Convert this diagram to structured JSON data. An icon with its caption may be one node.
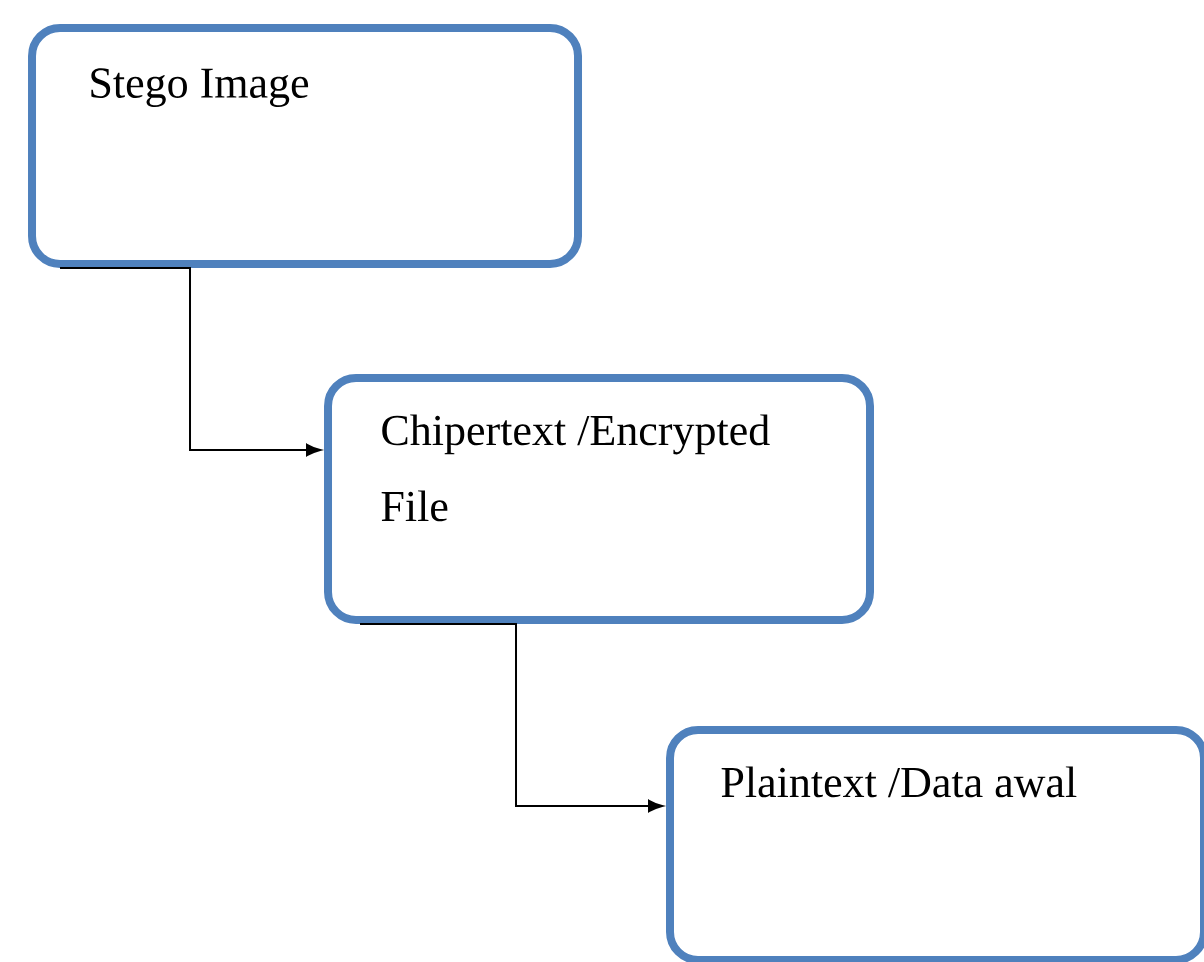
{
  "diagram": {
    "nodes": [
      {
        "text": [
          "Stego Image"
        ]
      },
      {
        "text": [
          "Chipertext /Encrypted File"
        ]
      },
      {
        "text": [
          "Plaintext /Data awal"
        ]
      }
    ],
    "edges": [
      {
        "from": 0,
        "to": 1,
        "arrow": "to"
      },
      {
        "from": 1,
        "to": 2,
        "arrow": "to"
      }
    ]
  }
}
